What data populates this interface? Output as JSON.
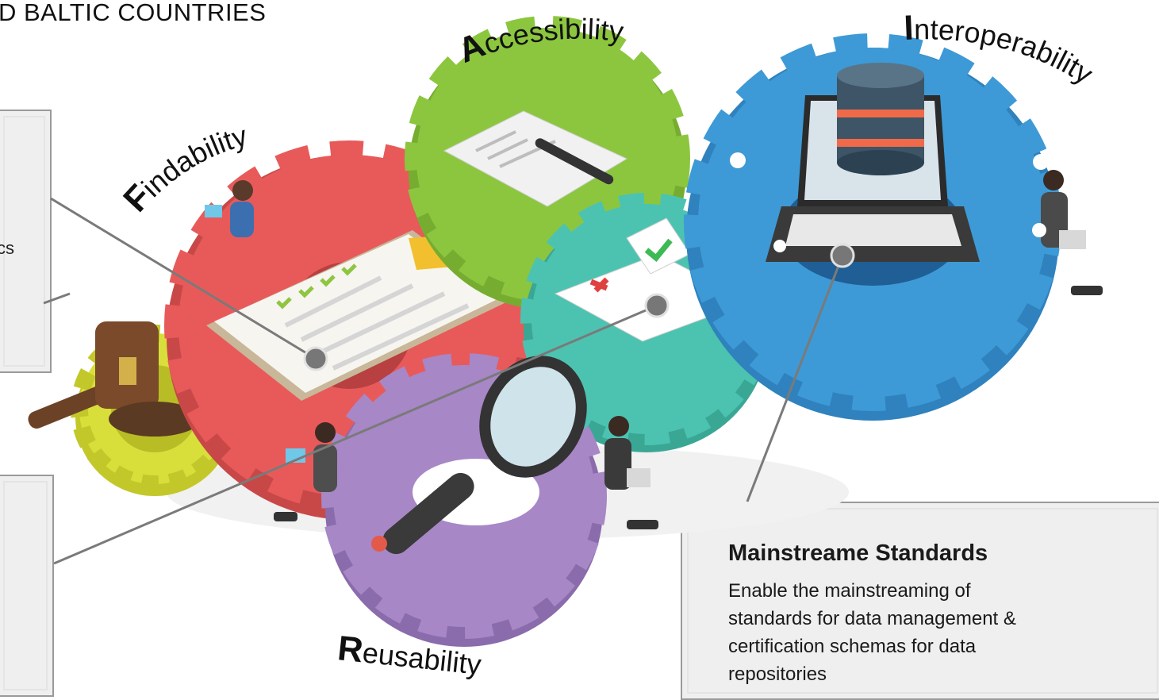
{
  "header": {
    "title": "D BALTIC COUNTRIES"
  },
  "left_box_text": "cs",
  "fair_labels": {
    "findability": {
      "first": "F",
      "rest": "indability"
    },
    "accessibility": {
      "first": "A",
      "rest": "ccessibility"
    },
    "interoperability": {
      "first": "I",
      "rest": "nteroperability"
    },
    "reusability": {
      "first": "R",
      "rest": "eusability"
    }
  },
  "standards_box": {
    "title": "Mainstreame Standards",
    "body_lines": [
      "Enable the mainstreaming of",
      "standards for data management &",
      "certification schemas for data",
      "repositories"
    ]
  },
  "colors": {
    "red_gear": "#e85a5a",
    "green_gear": "#8cc63f",
    "teal_gear": "#4cc3b0",
    "blue_gear": "#3d9ad6",
    "purple_gear": "#a787c6",
    "yellow_gear": "#d9df3a",
    "connector": "#7a7a7a"
  }
}
